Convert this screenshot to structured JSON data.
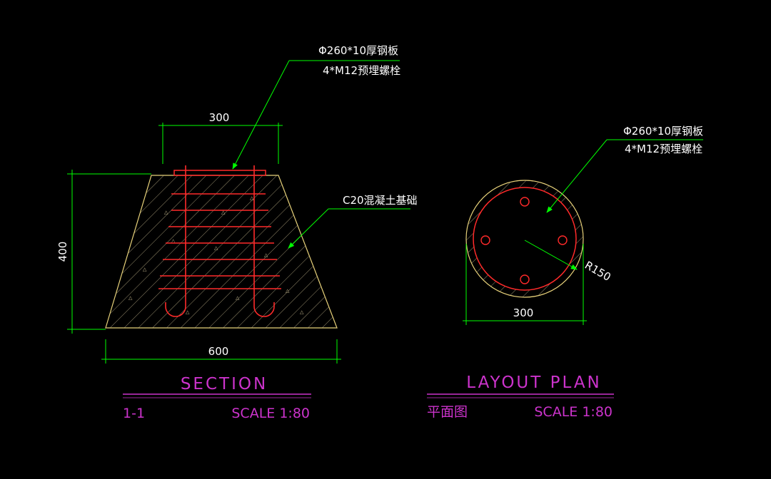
{
  "section": {
    "top_width_dim": "300",
    "height_dim": "400",
    "bottom_width_dim": "600",
    "plate_note_line1": "Φ260*10厚钢板",
    "plate_note_line2": "4*M12预埋螺栓",
    "concrete_note": "C20混凝土基础",
    "title": "SECTION",
    "id": "1-1",
    "scale": "SCALE 1:80"
  },
  "plan": {
    "plate_note_line1": "Φ260*10厚钢板",
    "plate_note_line2": "4*M12预埋螺栓",
    "radius_label": "R150",
    "diameter_dim": "300",
    "title": "LAYOUT PLAN",
    "subtitle": "平面图",
    "scale": "SCALE 1:80"
  },
  "colors": {
    "background": "#000000",
    "dimension": "#00ff00",
    "leader": "#00ff00",
    "outline": "#e8d27a",
    "hatch": "#bfb28a",
    "rebar": "#ff2a2a",
    "title": "#cc33cc",
    "text": "#ffffff"
  }
}
